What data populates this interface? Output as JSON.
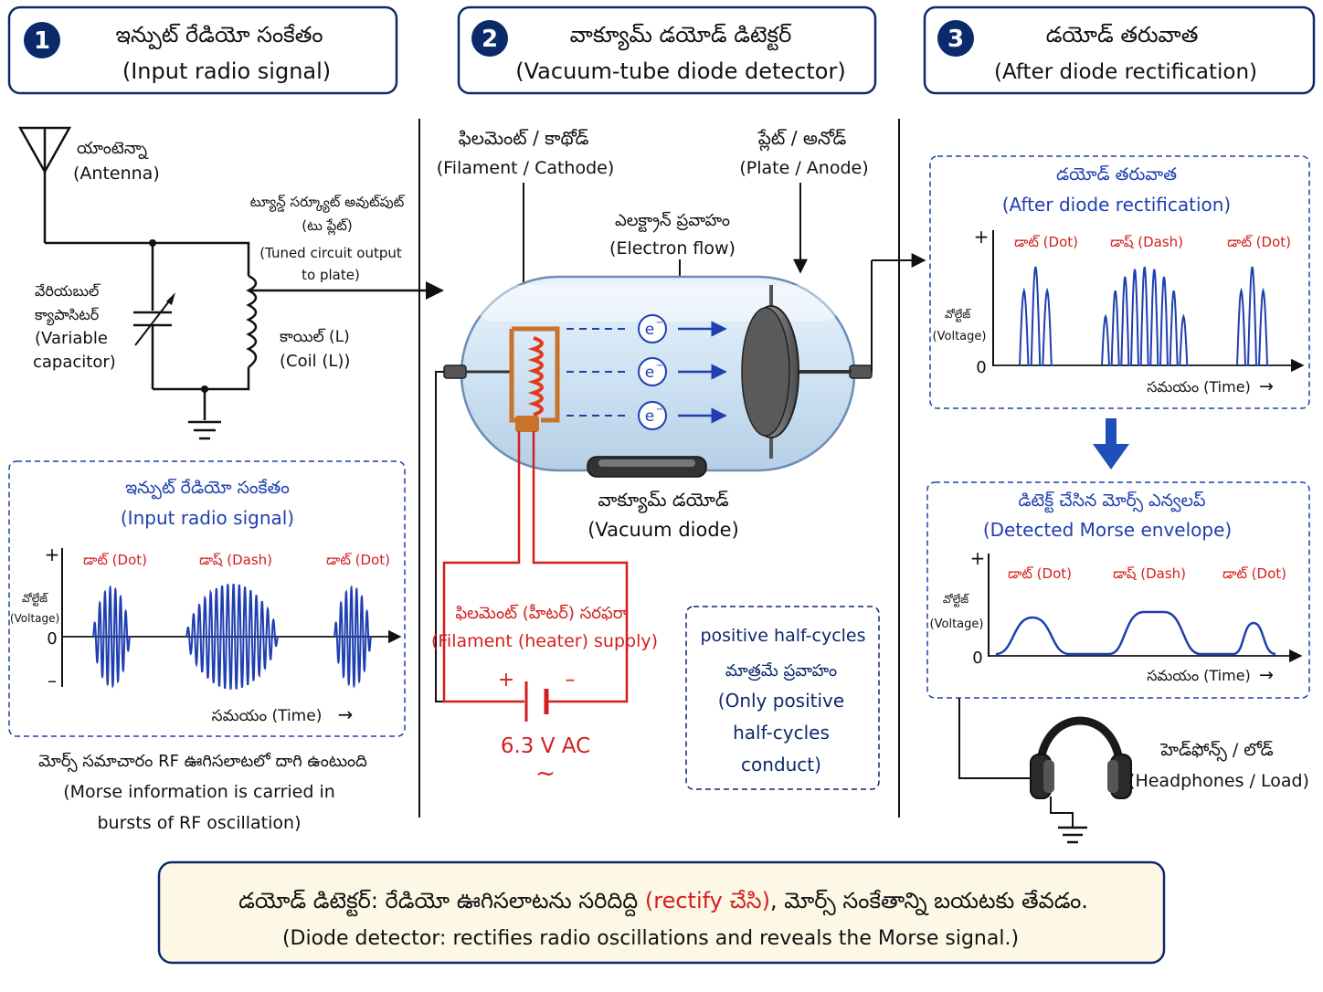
{
  "headers": [
    {
      "num": "1",
      "te": "ఇన్పుట్ రేడియో సంకేతం",
      "en": "(Input radio signal)"
    },
    {
      "num": "2",
      "te": "వాక్యూమ్ డయోడ్ డిటెక్టర్",
      "en": "(Vacuum-tube diode detector)"
    },
    {
      "num": "3",
      "te": "డయోడ్ తరువాత",
      "en": "(After diode rectification)"
    }
  ],
  "circuit": {
    "antenna_te": "యాంటెన్నా",
    "antenna_en": "(Antenna)",
    "capacitor_te_1": "వేరియబుల్",
    "capacitor_te_2": "క్యాపాసిటర్",
    "capacitor_en_1": "(Variable",
    "capacitor_en_2": "capacitor)",
    "coil_te": "కాయిల్ (L)",
    "coil_en": "(Coil (L))",
    "tuned_te_1": "ట్యూన్డ్ సర్క్యూట్ అవుట్‌పుట్",
    "tuned_te_2": "(టు ప్లేట్)",
    "tuned_en_1": "(Tuned circuit output",
    "tuned_en_2": "to plate)"
  },
  "input_panel": {
    "title_te": "ఇన్పుట్ రేడియో సంకేతం",
    "title_en": "(Input radio signal)",
    "plus": "+",
    "minus": "–",
    "zero": "0",
    "ylabel_te": "వోల్టేజ్",
    "ylabel_en": "(Voltage)",
    "dot1": "డాట్ (Dot)",
    "dash": "డాష్ (Dash)",
    "dot2": "డాట్ (Dot)",
    "xlabel": "సమయం (Time)",
    "arrow": "→"
  },
  "morse_note": {
    "te": "మోర్స్ సమాచారం RF ఊగిసలాటలో దాగి ఉంటుంది",
    "en_1": "(Morse information is carried in",
    "en_2": "bursts of RF oscillation)"
  },
  "tube": {
    "filament_te": "ఫిలమెంట్ / కాథోడ్",
    "filament_en": "(Filament / Cathode)",
    "plate_te": "ప్లేట్ / అనోడ్",
    "plate_en": "(Plate / Anode)",
    "electron_te": "ఎలక్ట్రాన్ ప్రవాహం",
    "electron_en": "(Electron flow)",
    "electron_symbol": "e",
    "electron_sup": "−",
    "name_te": "వాక్యూమ్ డయోడ్",
    "name_en": "(Vacuum diode)",
    "supply_te": "ఫిలమెంట్ (హీటర్) సరఫరా",
    "supply_en": "(Filament (heater) supply)",
    "battery_plus": "+",
    "battery_minus": "–",
    "voltage": "6.3 V AC",
    "tilde": "~"
  },
  "half_cycle_note": {
    "en_1": "positive half-cycles",
    "te": "మాత్రమే ప్రవాహం",
    "en_2": "(Only positive",
    "en_3": "half-cycles",
    "en_4": "conduct)"
  },
  "rect_panel": {
    "title_te": "డయోడ్ తరువాత",
    "title_en": "(After diode rectification)",
    "plus": "+",
    "zero": "0",
    "ylabel_te": "వోల్టేజ్",
    "ylabel_en": "(Voltage)",
    "dot1": "డాట్ (Dot)",
    "dash": "డాష్ (Dash)",
    "dot2": "డాట్ (Dot)",
    "xlabel": "సమయం (Time)",
    "arrow": "→"
  },
  "env_panel": {
    "title_te": "డిటెక్ట్ చేసిన మోర్స్ ఎన్వలప్",
    "title_en": "(Detected Morse envelope)",
    "plus": "+",
    "zero": "0",
    "ylabel_te": "వోల్టేజ్",
    "ylabel_en": "(Voltage)",
    "dot1": "డాట్ (Dot)",
    "dash": "డాష్ (Dash)",
    "dot2": "డాట్ (Dot)",
    "xlabel": "సమయం (Time)",
    "arrow": "→"
  },
  "headphones": {
    "te": "హెడ్‌ఫోన్స్ / లోడ్",
    "en": "(Headphones / Load)"
  },
  "footer": {
    "te_a": "డయోడ్ డిటెక్టర్: రేడియో ఊగిసలాటను సరిదిద్ది ",
    "te_b": "(rectify చేసి)",
    "te_c": ", మోర్స్ సంకేతాన్ని బయటకు తేవడం.",
    "en": "(Diode detector:  rectifies radio oscillations and reveals the Morse signal.)"
  },
  "colors": {
    "navy": "#0b2a6b",
    "signal_blue": "#1f3fb0",
    "wire_red": "#d41e1e",
    "footer_bg": "#fdf8e6"
  }
}
